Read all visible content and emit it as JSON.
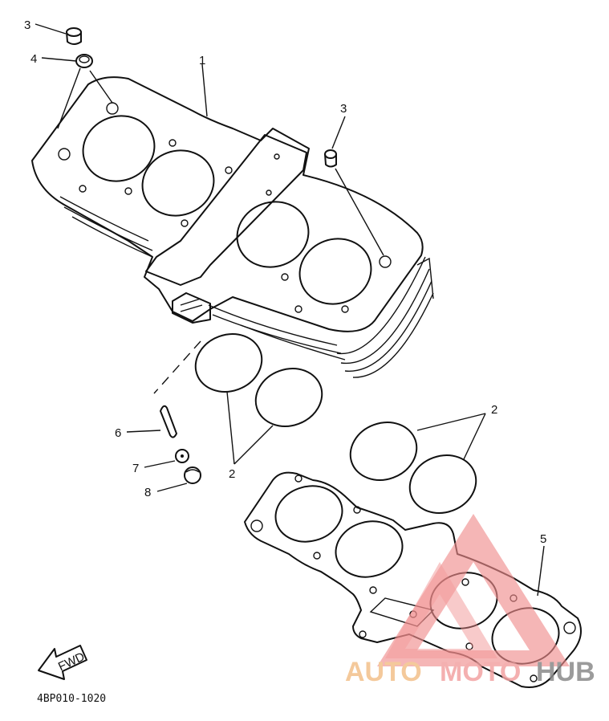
{
  "diagram": {
    "part_code": "4BP010-1020",
    "fwd_label": "FWD",
    "labels": {
      "l1": "1",
      "l2a": "2",
      "l2b": "2",
      "l3a": "3",
      "l3b": "3",
      "l4": "4",
      "l5": "5",
      "l6": "6",
      "l7": "7",
      "l8": "8"
    }
  },
  "watermark": {
    "text": "AUTOMOTOHUB",
    "colors": {
      "triangle": "#f08c8c",
      "auto": "#f3c08a",
      "moto": "#f3a3a3",
      "hub": "#8a8a8a"
    }
  }
}
